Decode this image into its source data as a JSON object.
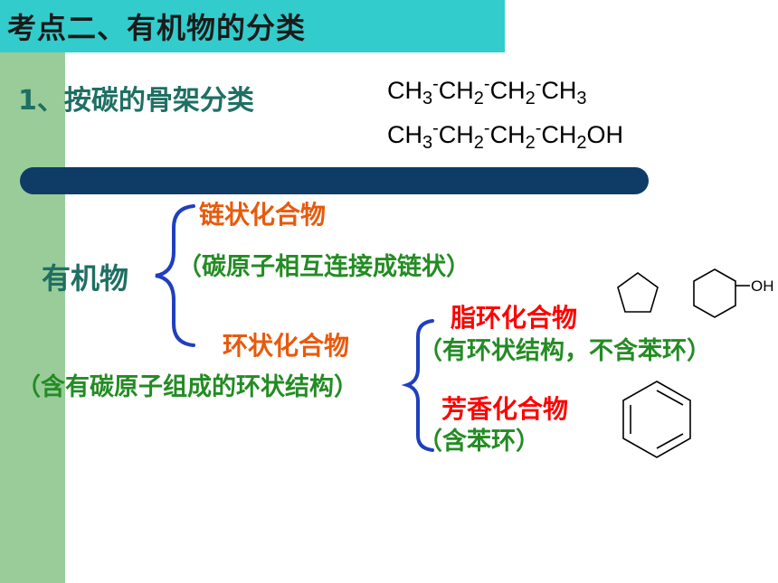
{
  "slide": {
    "title": "考点二、有机物的分类",
    "heading": "1、按碳的骨架分类"
  },
  "formulas": {
    "line1": [
      "CH",
      "3",
      "-",
      "CH",
      "2",
      "-",
      "CH",
      "2",
      "-",
      "CH",
      "3"
    ],
    "line2": [
      "CH",
      "3",
      "-",
      "CH",
      "2",
      "-",
      "CH",
      "2",
      "-",
      "CH",
      "2",
      "OH"
    ]
  },
  "tree": {
    "root": "有机物",
    "chain": {
      "title": "链状化合物",
      "desc": "（碳原子相互连接成链状）"
    },
    "ring": {
      "title": "环状化合物",
      "desc": "（含有碳原子组成的环状结构）"
    },
    "alicyclic": {
      "title": "脂环化合物",
      "desc": "（有环状结构，不含苯环）"
    },
    "aromatic": {
      "title": "芳香化合物",
      "desc": "（含苯环）"
    }
  },
  "structures": {
    "hydroxyl_label": "OH"
  },
  "colors": {
    "title_bar": "#33cccc",
    "left_bar": "#99cc99",
    "divider": "#0e3c66",
    "brace": "#1f3fbf",
    "orange_titles": "#e85a0c",
    "red_titles": "#ff0000",
    "green_text": "#238c23",
    "teal_text": "#1f6f63"
  }
}
